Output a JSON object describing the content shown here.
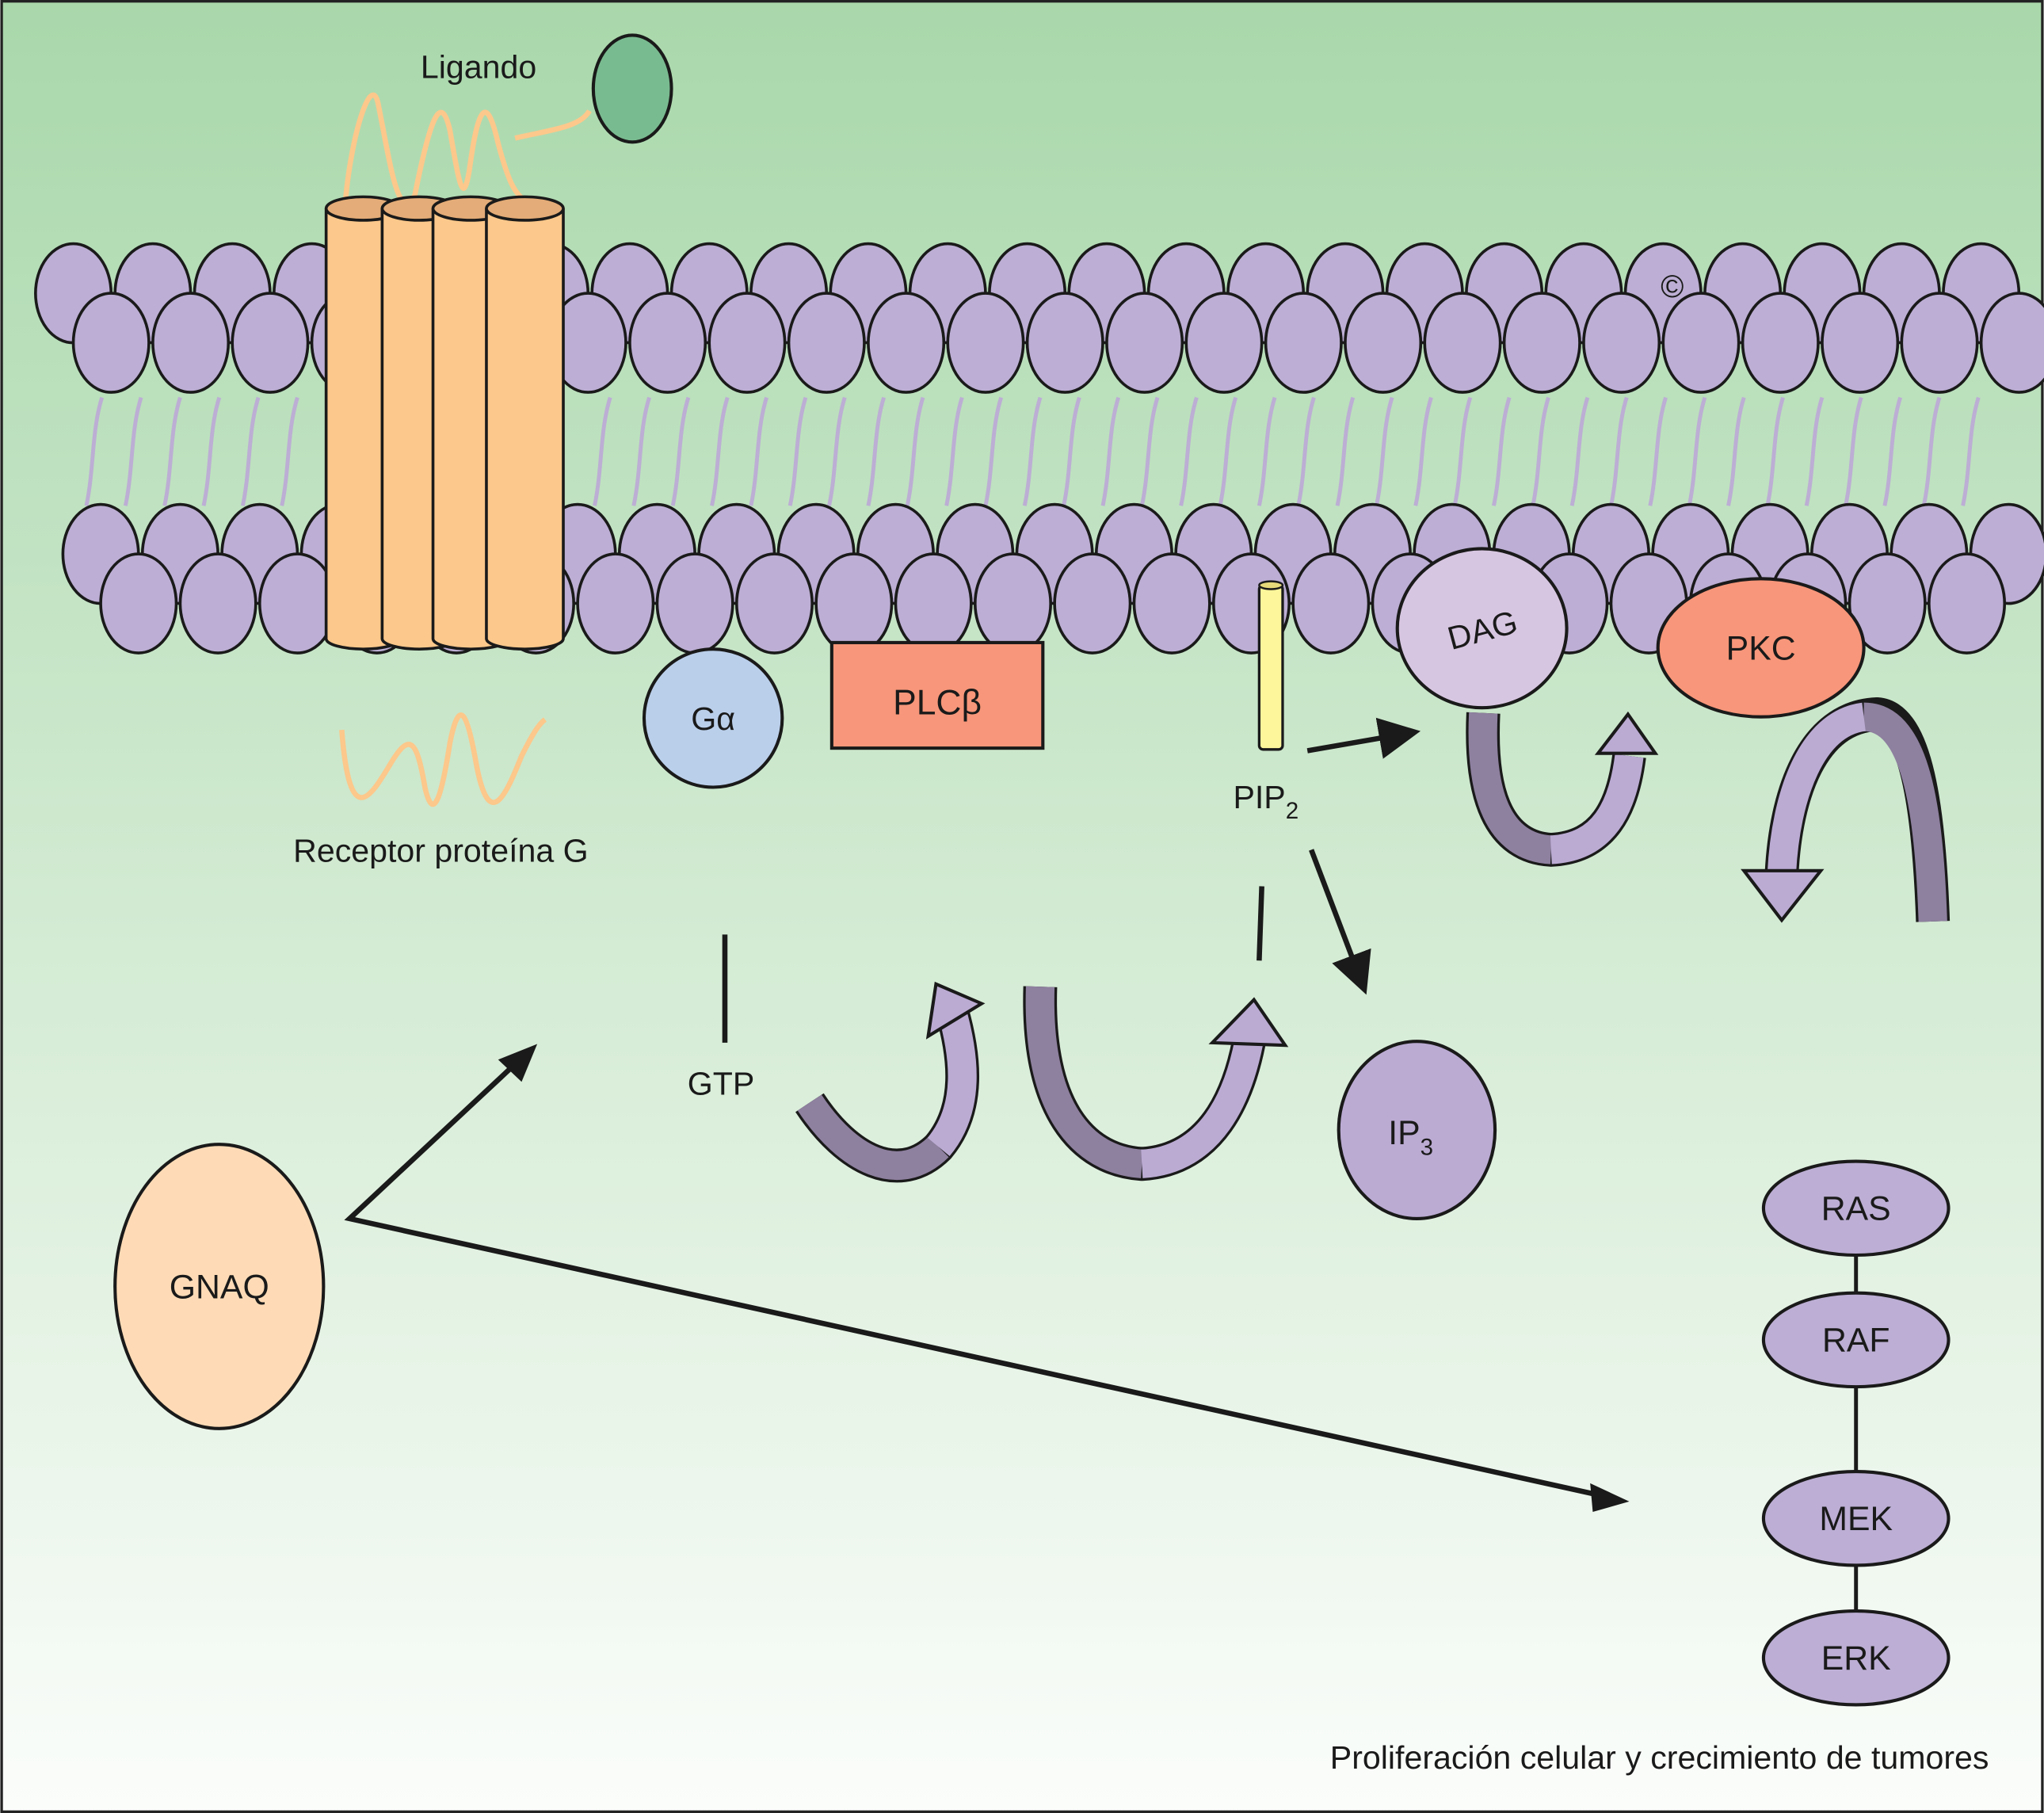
{
  "labels": {
    "ligand": "Ligando",
    "receptor": "Receptor proteína G",
    "g_alpha": "Gα",
    "plc": "PLCβ",
    "pip2": "PIP",
    "pip2_sub": "2",
    "dag": "DAG",
    "pkc": "PKC",
    "gtp": "GTP",
    "ip3": "IP",
    "ip3_sub": "3",
    "gnaq": "GNAQ",
    "copyright": "©",
    "outcome": "Proliferación celular y crecimiento de tumores"
  },
  "mapk_cascade": [
    "RAS",
    "RAF",
    "MEK",
    "ERK"
  ],
  "colors": {
    "bg_top": "#a9d8ab",
    "bg_bottom": "#fbfdfb",
    "lipid": "#bcaed4",
    "receptor": "#fcc88b",
    "ligand": "#79bb90",
    "g_alpha": "#bacfea",
    "plc": "#f7967a",
    "pkc": "#f7967a",
    "dag": "#d7c6e1",
    "pip2": "#fdf69a",
    "gnaq": "#fedbb6",
    "arrow_light": "#bbabd3",
    "arrow_dark": "#8e809f"
  }
}
